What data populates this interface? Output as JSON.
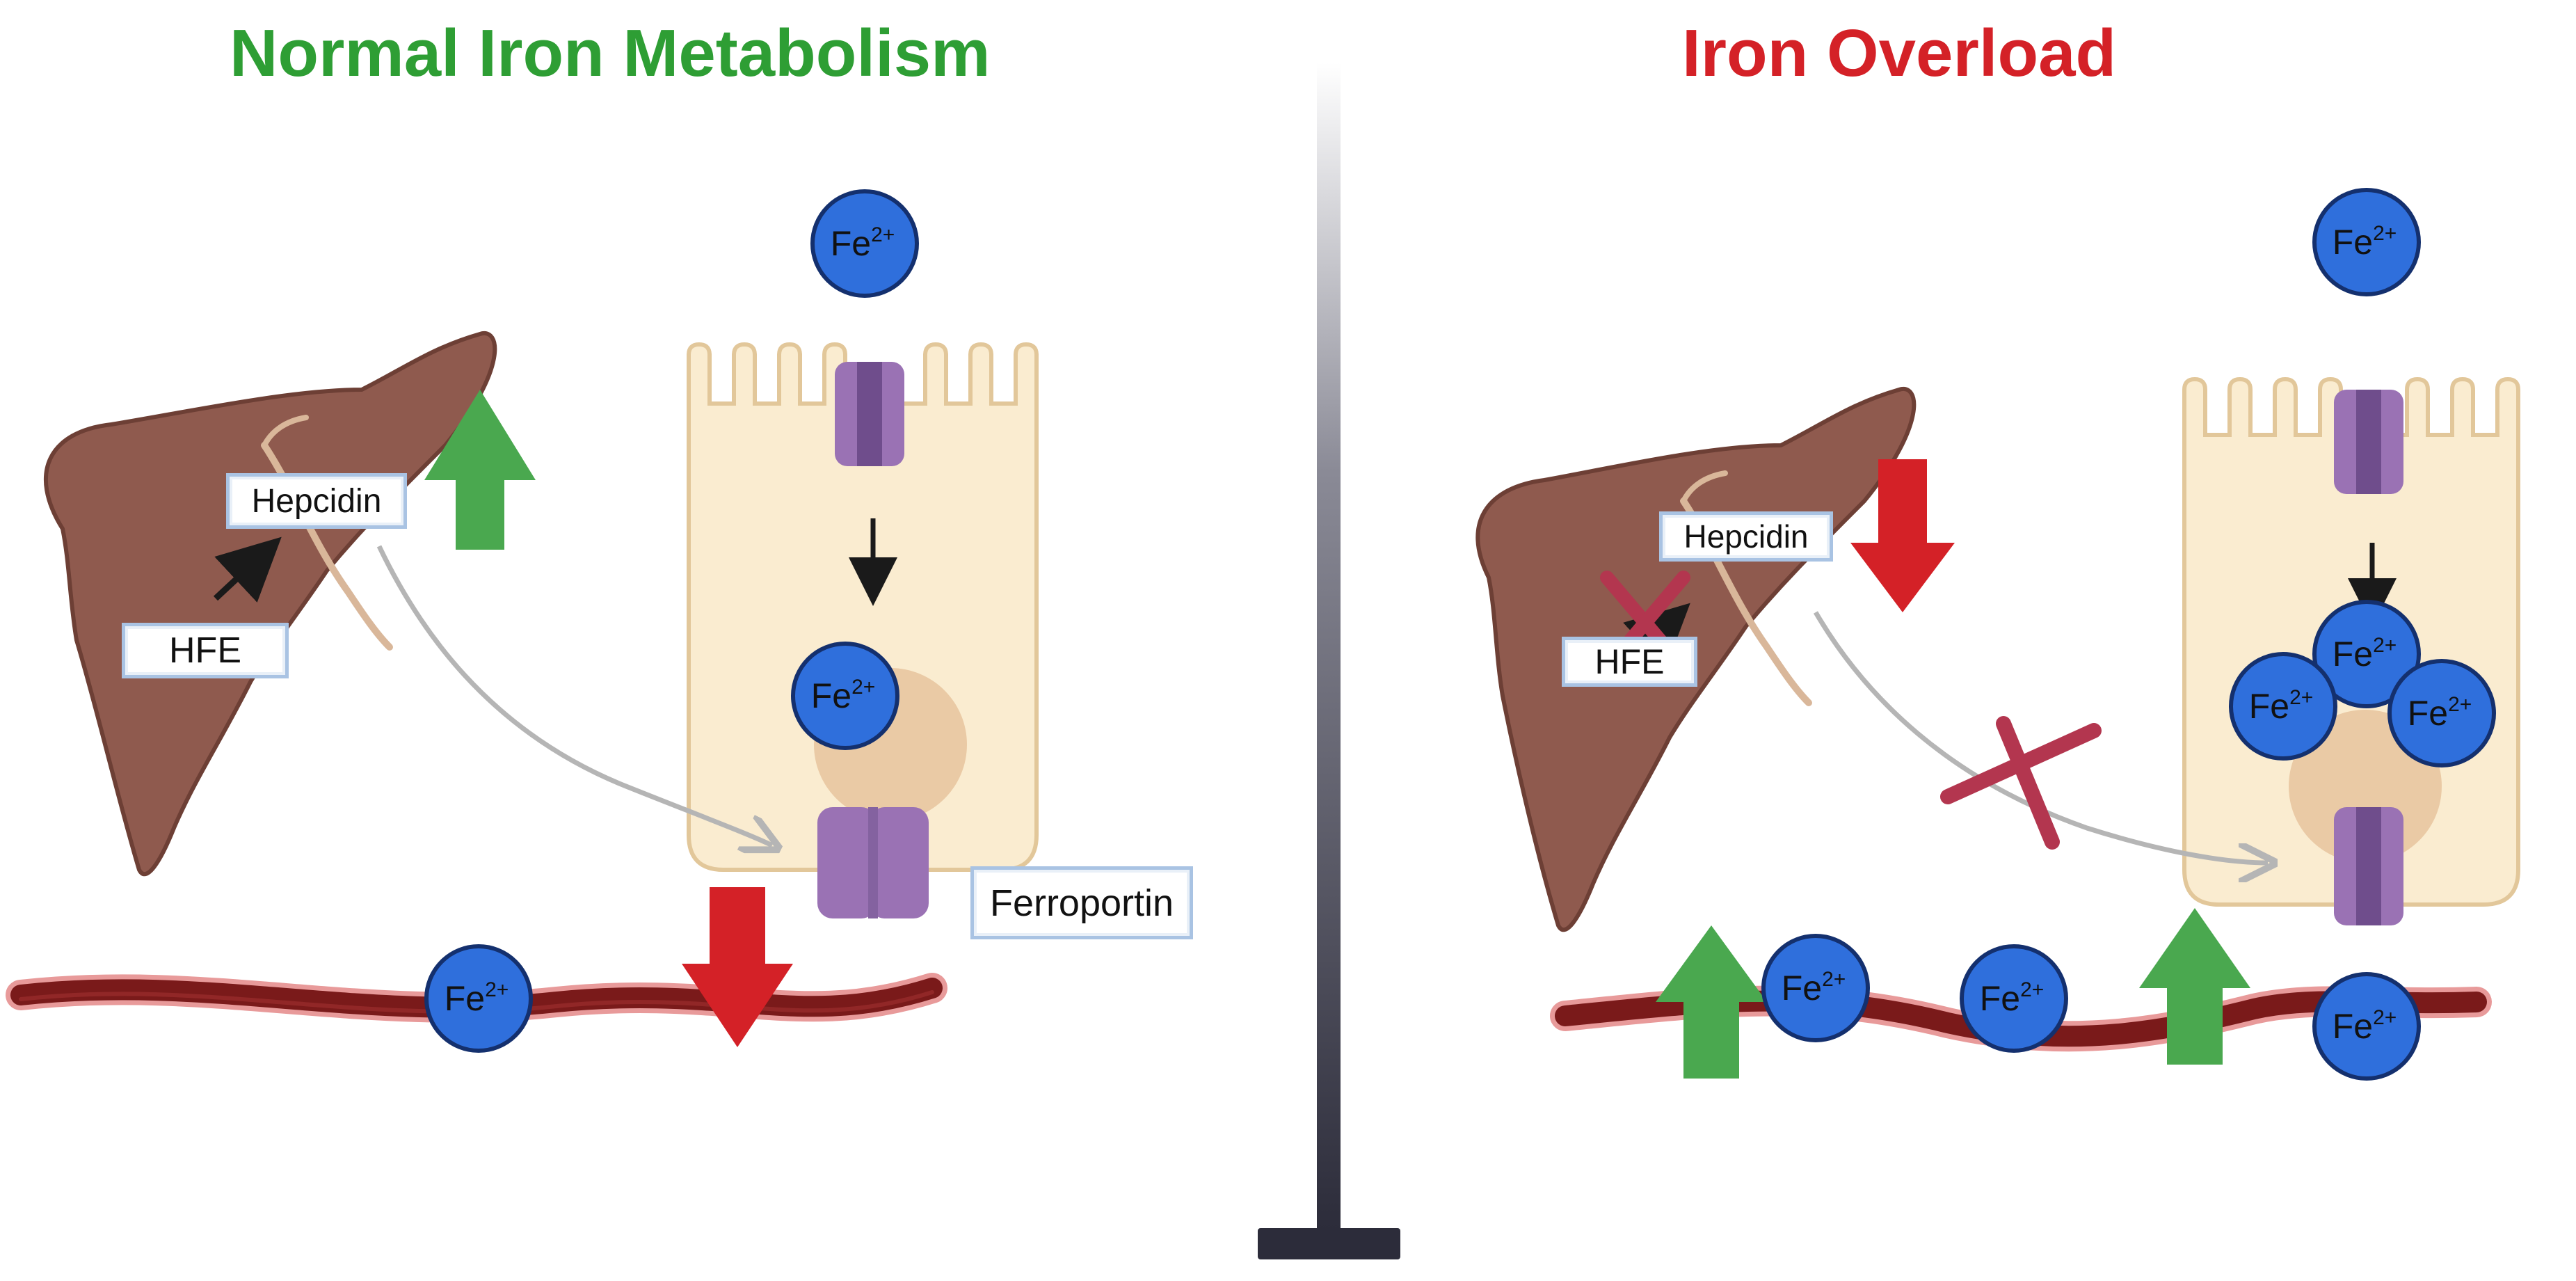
{
  "left_panel": {
    "title": "Normal Iron Metabolism",
    "hepcidin_label": "Hepcidin",
    "hfe_label": "HFE",
    "ferroportin_label": "Ferroportin"
  },
  "right_panel": {
    "title": "Iron Overload",
    "hepcidin_label": "Hepcidin",
    "hfe_label": "HFE"
  },
  "iron": {
    "base": "Fe",
    "charge": "2+"
  },
  "colors": {
    "normal_title": "#2e9e34",
    "overload_title": "#d42127",
    "arrow_up": "#4aa84f",
    "arrow_down": "#d42127",
    "inhibition": "#b3364f",
    "liver": "#8f5a4e",
    "cell": "#faecd0",
    "channel": "#9a72b4",
    "iron_ion": "#2f6fdc",
    "vessel": "#7a1a1a",
    "divider": "#2c2c3a"
  }
}
